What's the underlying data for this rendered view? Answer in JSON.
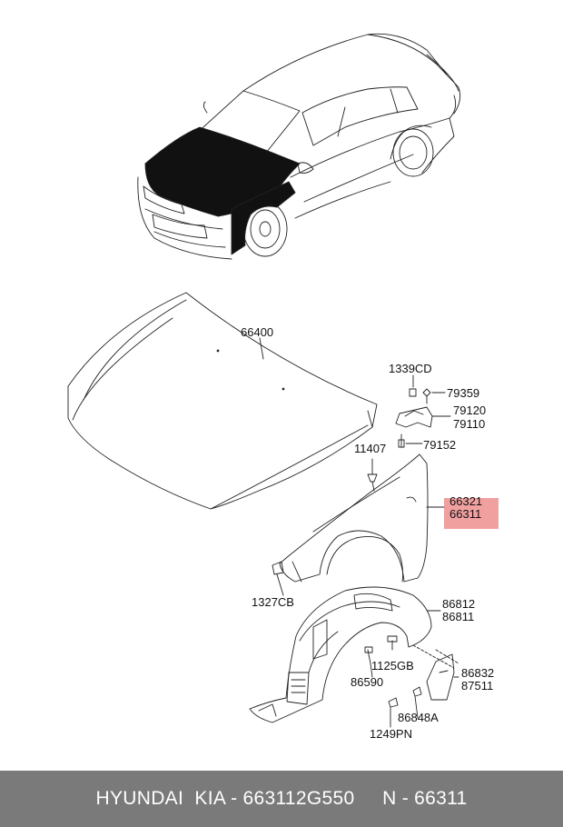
{
  "labels": {
    "hood": "66400",
    "bolt_1339": "1339CD",
    "bolt_79359": "79359",
    "hinge_79120": "79120",
    "hinge_79110": "79110",
    "bolt_11407": "11407",
    "bolt_79152": "79152",
    "fender_66321": "66321",
    "fender_66311": "66311",
    "clip_1327": "1327CB",
    "guard_86812": "86812",
    "guard_86811": "86811",
    "bolt_1125": "1125GB",
    "flap_86832": "86832",
    "flap_87511": "87511",
    "clip_86590": "86590",
    "screw_86848": "86848A",
    "screw_1249": "1249PN"
  },
  "highlight_color": "#ef8f8f",
  "footer": {
    "text": "HYUNDAI  KIA - 663112G550     N - 66311"
  }
}
